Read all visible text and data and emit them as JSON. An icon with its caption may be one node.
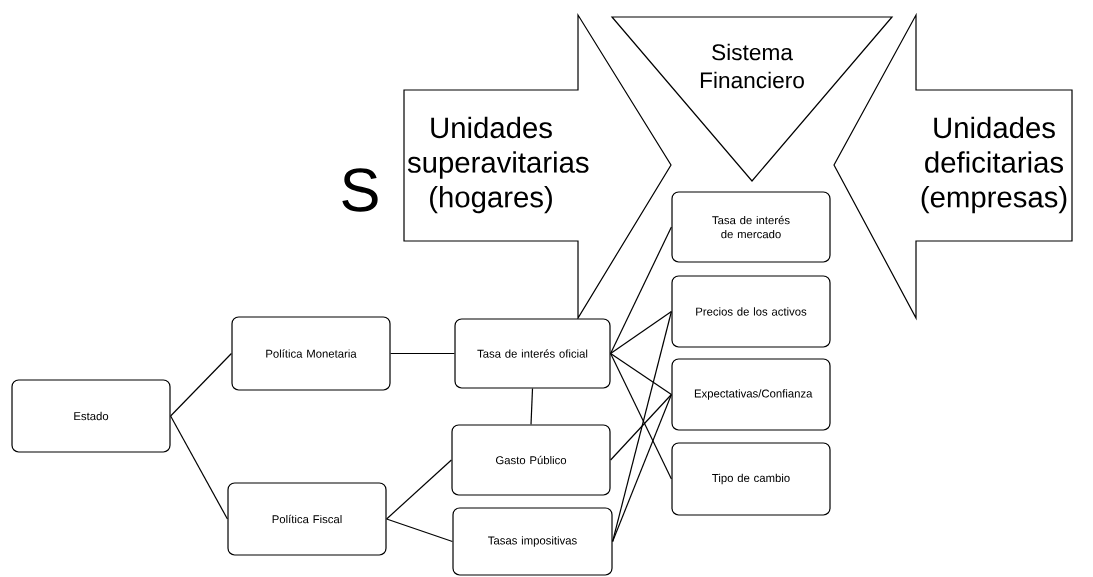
{
  "diagram": {
    "nodes": [
      {
        "text": [
          "Unidades superavitarias (hogares)"
        ]
      },
      {
        "text": [
          "Sistema Financiero"
        ]
      },
      {
        "text": [
          "Unidades deficitarias (empresas)"
        ]
      },
      {
        "text": [
          "Estado"
        ]
      },
      {
        "text": [
          "Política Monetaria"
        ]
      },
      {
        "text": [
          "Política Fiscal"
        ]
      },
      {
        "text": [
          "Tasa  de interés oficial"
        ]
      },
      {
        "text": [
          "Gasto Público"
        ]
      },
      {
        "text": [
          "Tasas impositivas"
        ]
      },
      {
        "text": [
          "Tasa de interés de mercado"
        ]
      },
      {
        "text": [
          "Precios de los activos"
        ]
      },
      {
        "text": [
          "Expectativas/Confianza"
        ]
      },
      {
        "text": [
          "Tipo de cambio"
        ]
      }
    ],
    "edges": [
      {
        "from": 3,
        "to": 4,
        "arrow": "none"
      },
      {
        "from": 3,
        "to": 5,
        "arrow": "none"
      },
      {
        "from": 4,
        "to": 6,
        "arrow": "none"
      },
      {
        "from": 5,
        "to": 7,
        "arrow": "none"
      },
      {
        "from": 5,
        "to": 8,
        "arrow": "none"
      },
      {
        "from": 6,
        "to": 7,
        "arrow": "none"
      },
      {
        "from": 6,
        "to": 9,
        "arrow": "none"
      },
      {
        "from": 6,
        "to": 10,
        "arrow": "none"
      },
      {
        "from": 6,
        "to": 11,
        "arrow": "none"
      },
      {
        "from": 6,
        "to": 12,
        "arrow": "none"
      },
      {
        "from": 7,
        "to": 11,
        "arrow": "none"
      },
      {
        "from": 8,
        "to": 10,
        "arrow": "none"
      },
      {
        "from": 8,
        "to": 11,
        "arrow": "none"
      }
    ],
    "labels": [
      "S"
    ]
  }
}
